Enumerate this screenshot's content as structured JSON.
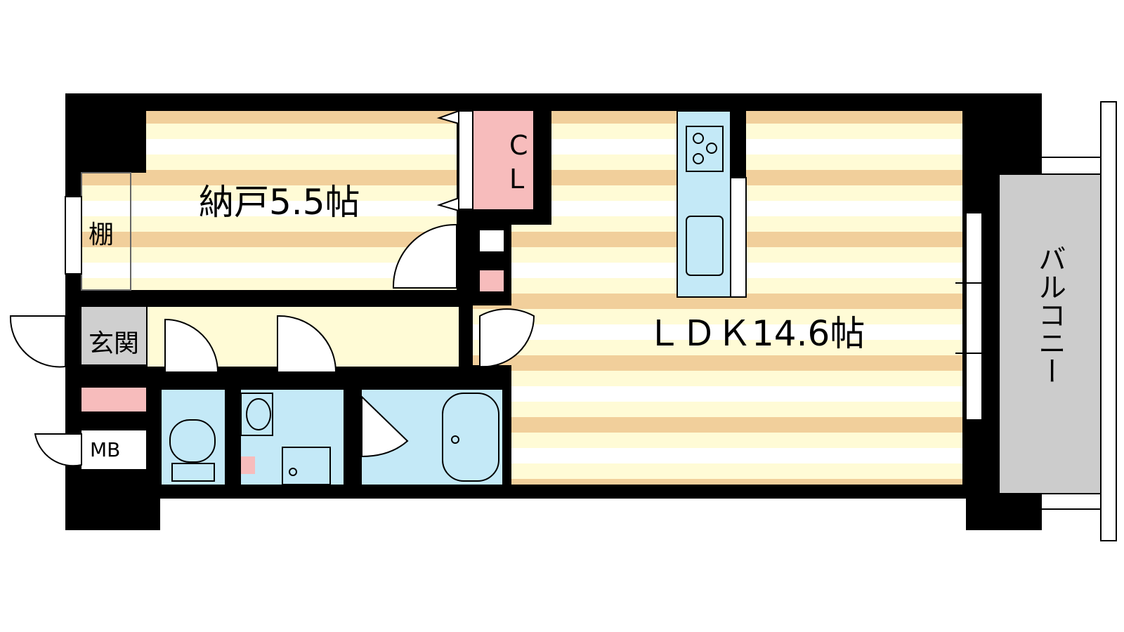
{
  "floorplan": {
    "rooms": {
      "storage_room": {
        "label": "納戸5.5帖"
      },
      "ldk": {
        "label": "ＬＤＫ14.6帖"
      },
      "closet": {
        "label_top": "C",
        "label_bottom": "L"
      },
      "shelf": {
        "label": "棚"
      },
      "entrance": {
        "label": "玄関"
      },
      "meter_box": {
        "label": "MB"
      },
      "balcony": {
        "label": "バルコニー"
      }
    },
    "colors": {
      "wall": "#000000",
      "floor_light": "#fffbd6",
      "floor_stripe": "#f1cf9b",
      "wet_area": "#c4e9f7",
      "closet_fill": "#f7bcbc",
      "balcony_fill": "#cccccc",
      "entrance_fill": "#cfcfcf"
    }
  }
}
